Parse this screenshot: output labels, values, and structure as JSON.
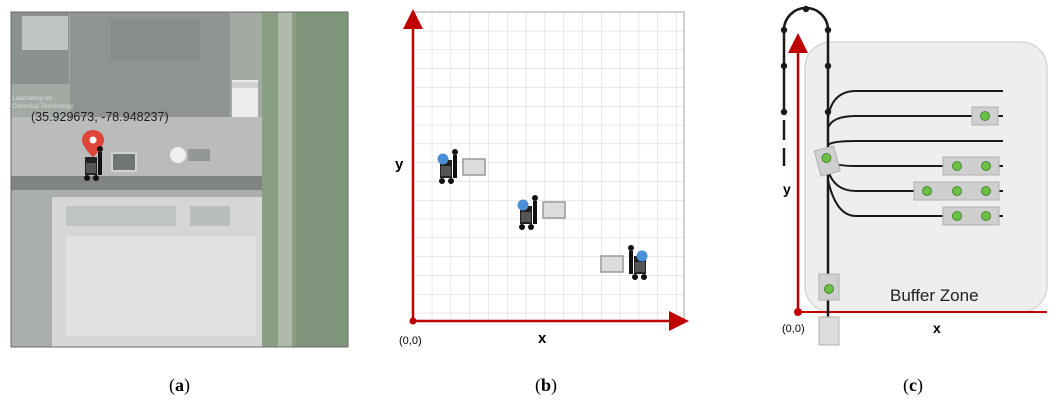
{
  "panel_a": {
    "coordinates": "(35.929673, -78.948237)",
    "faint_label_1": "Laboratory for",
    "faint_label_2": "Chemical Technology",
    "caption_letter": "a"
  },
  "panel_b": {
    "y_label": "y",
    "x_label": "x",
    "origin_label": "(0,0)",
    "caption_letter": "b"
  },
  "panel_c": {
    "y_label": "y",
    "x_label": "x",
    "origin_label": "(0,0)",
    "zone_label": "Buffer Zone",
    "caption_letter": "c"
  },
  "colors": {
    "axis": "#c00000",
    "grid": "#c8c8c8",
    "pin": "#e0453a",
    "robot_marker_b": "#4a90d9",
    "node_c": "#6abf45",
    "zone_fill": "#eeeeee",
    "track": "#1a1a1a"
  }
}
